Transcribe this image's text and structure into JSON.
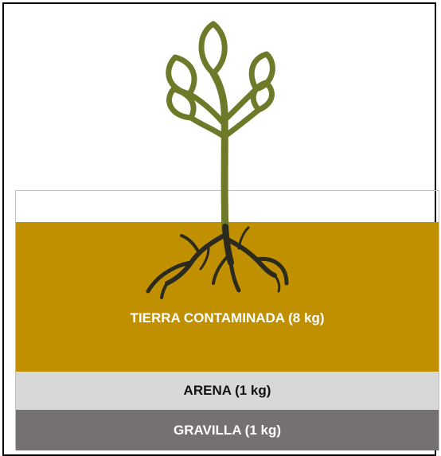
{
  "layers": {
    "soil_label": "TIERRA CONTAMINADA (8 kg)",
    "sand_label": "ARENA (1 kg)",
    "gravel_label": "GRAVILLA (1 kg)"
  },
  "colors": {
    "soil": "#c09000",
    "sand": "#d8d8d8",
    "gravel": "#767171",
    "plant": "#6e7a2a",
    "roots": "#2b2a1c",
    "pot_border": "#e8c440"
  },
  "icons": {
    "plant": "plant-icon",
    "roots": "roots-icon"
  }
}
